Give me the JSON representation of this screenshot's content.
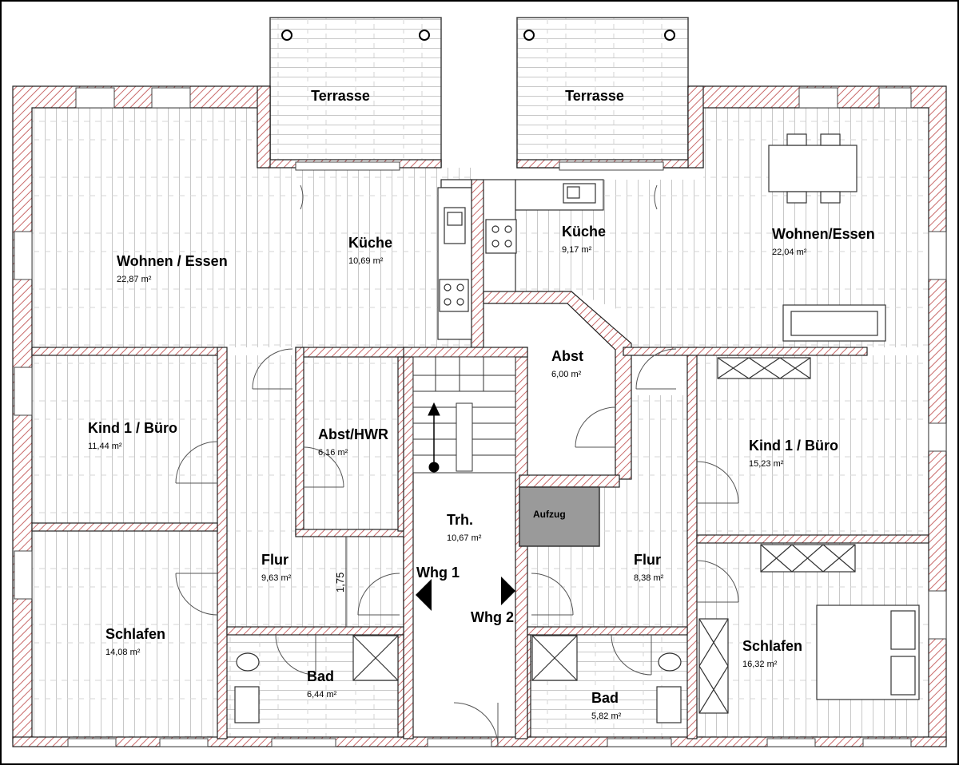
{
  "terraces": [
    {
      "id": "terrace-left",
      "label": "Terrasse"
    },
    {
      "id": "terrace-right",
      "label": "Terrasse"
    }
  ],
  "rooms": {
    "wohnen_left": {
      "name": "Wohnen / Essen",
      "area": "22,87 m²"
    },
    "kueche_left": {
      "name": "Küche",
      "area": "10,69 m²"
    },
    "kueche_right": {
      "name": "Küche",
      "area": "9,17 m²"
    },
    "wohnen_right": {
      "name": "Wohnen/Essen",
      "area": "22,04 m²"
    },
    "kind_left": {
      "name": "Kind 1 / Büro",
      "area": "11,44 m²"
    },
    "abst_hwr": {
      "name": "Abst/HWR",
      "area": "6,16 m²"
    },
    "abst": {
      "name": "Abst",
      "area": "6,00 m²"
    },
    "kind_right": {
      "name": "Kind 1 / Büro",
      "area": "15,23 m²"
    },
    "trh": {
      "name": "Trh.",
      "area": "10,67 m²"
    },
    "aufzug": {
      "name": "Aufzug"
    },
    "flur_left": {
      "name": "Flur",
      "area": "9,63 m²"
    },
    "flur_right": {
      "name": "Flur",
      "area": "8,38 m²"
    },
    "schlafen_left": {
      "name": "Schlafen",
      "area": "14,08 m²"
    },
    "schlafen_right": {
      "name": "Schlafen",
      "area": "16,32 m²"
    },
    "bad_left": {
      "name": "Bad",
      "area": "6,44 m²"
    },
    "bad_right": {
      "name": "Bad",
      "area": "5,82 m²"
    }
  },
  "labels": {
    "whg1": "Whg 1",
    "whg2": "Whg 2",
    "dimension": "1,75"
  },
  "colors": {
    "wall_hatch": "#c96a6a",
    "wall_outline": "#222222",
    "floor_lines": "#bdbdbd",
    "elevator": "#9a9a9a",
    "background": "#ffffff"
  }
}
